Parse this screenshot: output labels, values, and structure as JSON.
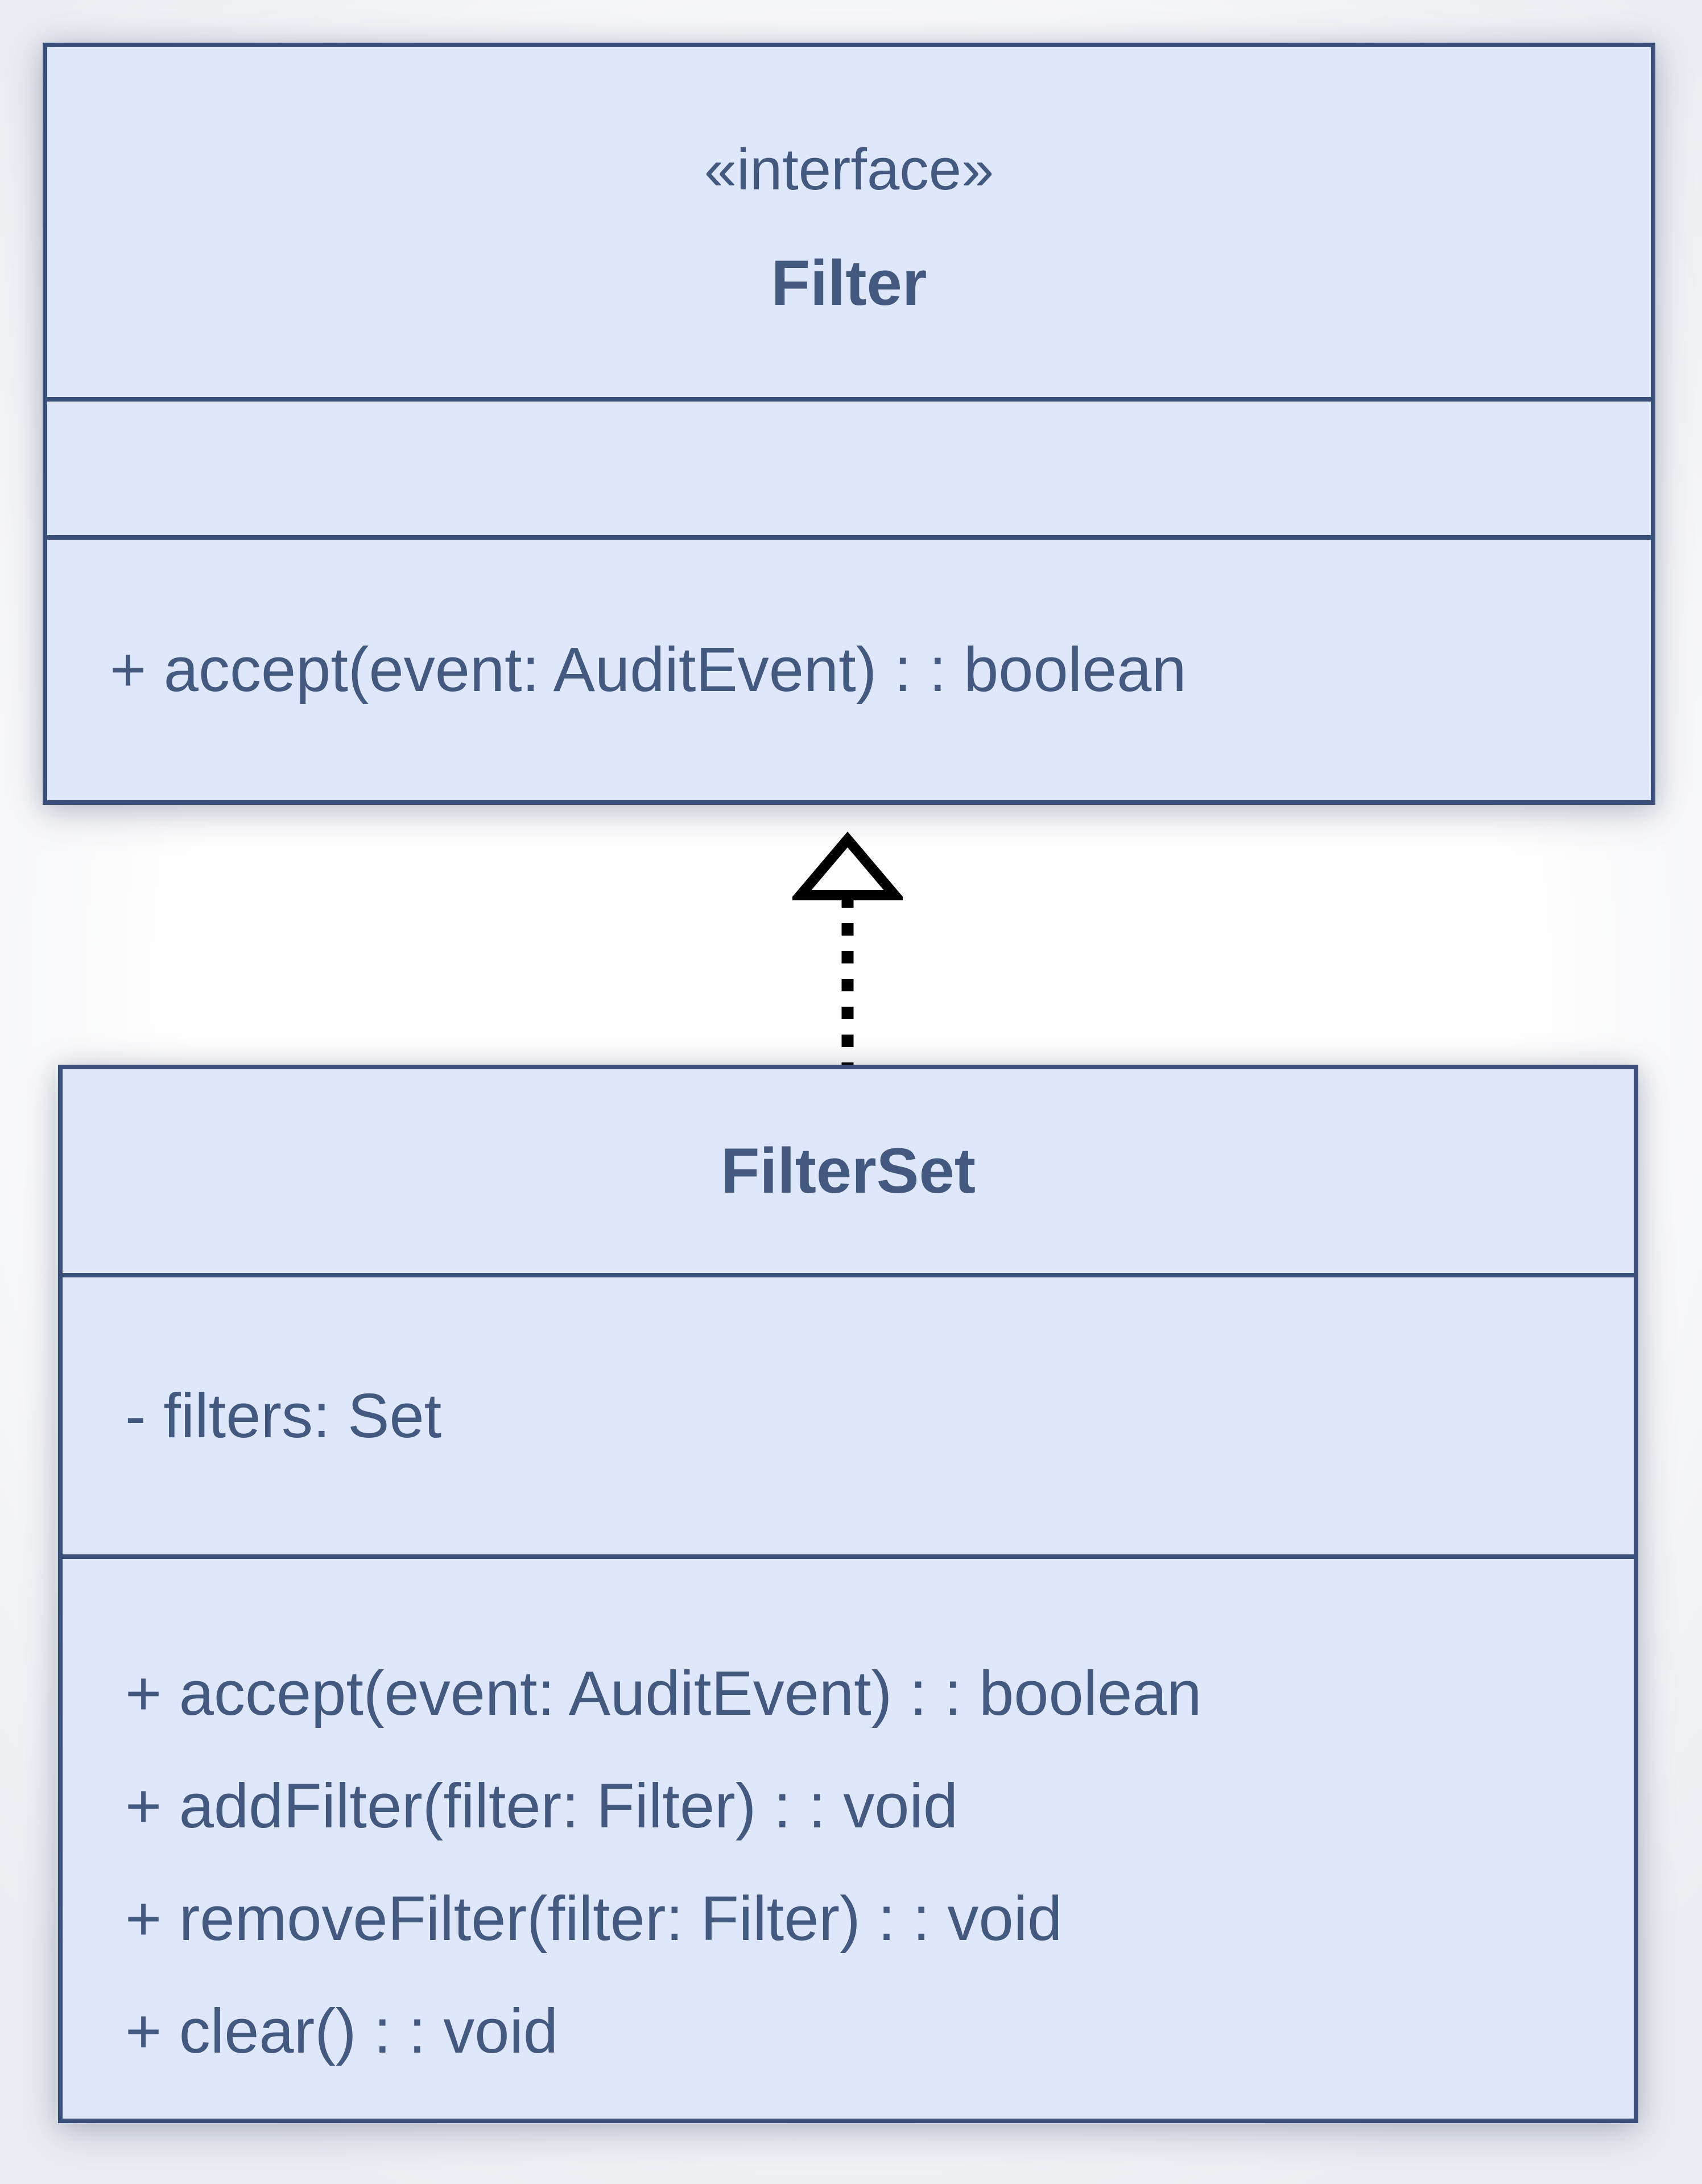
{
  "diagram": {
    "type": "uml-class-diagram",
    "colors": {
      "border": "#3a4e7a",
      "fill": "#dfe7fa",
      "text": "#44597f",
      "arrow": "#000000",
      "background_center": "#ffffff",
      "background_edge": "#ebedf2"
    },
    "interface_class": {
      "stereotype": "«interface»",
      "name": "Filter",
      "attributes": [],
      "methods": [
        "+ accept(event: AuditEvent) : : boolean"
      ]
    },
    "filterset_class": {
      "name": "FilterSet",
      "attributes": [
        "- filters: Set"
      ],
      "methods": [
        "+ accept(event: AuditEvent) : : boolean",
        "+ addFilter(filter: Filter) : : void",
        "+ removeFilter(filter: Filter) : : void",
        "+ clear() : : void"
      ]
    },
    "relationship": {
      "from": "FilterSet",
      "to": "Filter",
      "line_style": "dashed",
      "arrowhead": "hollow-triangle",
      "direction": "up"
    }
  }
}
